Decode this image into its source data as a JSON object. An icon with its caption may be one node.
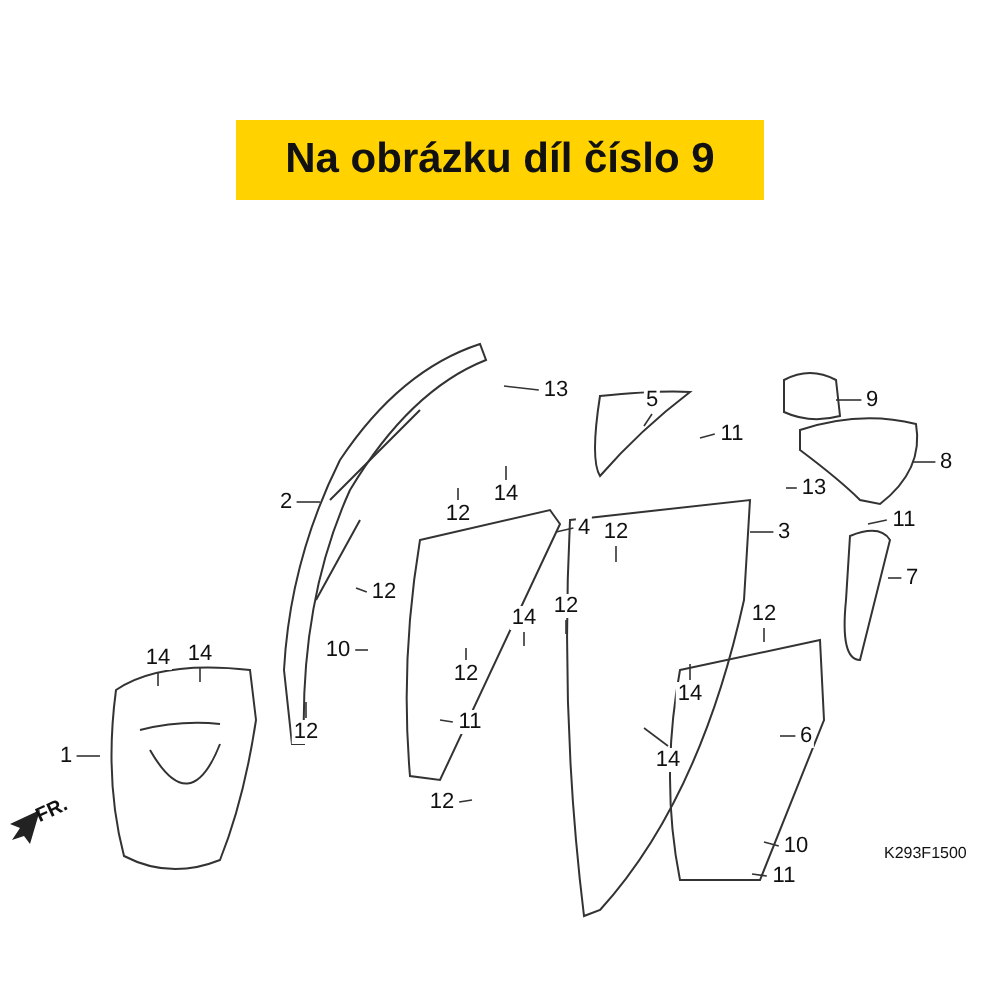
{
  "diagram": {
    "title": "Na obrázku díl číslo 9",
    "nodes": [
      {
        "text": [
          "13"
        ]
      },
      {
        "text": [
          "5"
        ]
      },
      {
        "text": [
          "9"
        ]
      },
      {
        "text": [
          "11"
        ]
      },
      {
        "text": [
          "8"
        ]
      },
      {
        "text": [
          "13"
        ]
      },
      {
        "text": [
          "14"
        ]
      },
      {
        "text": [
          "2"
        ]
      },
      {
        "text": [
          "12"
        ]
      },
      {
        "text": [
          "11"
        ]
      },
      {
        "text": [
          "4"
        ]
      },
      {
        "text": [
          "12"
        ]
      },
      {
        "text": [
          "3"
        ]
      },
      {
        "text": [
          "7"
        ]
      },
      {
        "text": [
          "12"
        ]
      },
      {
        "text": [
          "12"
        ]
      },
      {
        "text": [
          "12"
        ]
      },
      {
        "text": [
          "14"
        ]
      },
      {
        "text": [
          "10"
        ]
      },
      {
        "text": [
          "14"
        ]
      },
      {
        "text": [
          "14"
        ]
      },
      {
        "text": [
          "12"
        ]
      },
      {
        "text": [
          "14"
        ]
      },
      {
        "text": [
          "11"
        ]
      },
      {
        "text": [
          "12"
        ]
      },
      {
        "text": [
          "6"
        ]
      },
      {
        "text": [
          "14"
        ]
      },
      {
        "text": [
          "1"
        ]
      },
      {
        "text": [
          "12"
        ]
      },
      {
        "text": [
          "10"
        ]
      },
      {
        "text": [
          "11"
        ]
      }
    ],
    "edges": [
      {
        "from": 0,
        "to": null,
        "arrow": "none"
      },
      {
        "from": 1,
        "to": null,
        "arrow": "none"
      },
      {
        "from": 2,
        "to": null,
        "arrow": "none"
      },
      {
        "from": 3,
        "to": null,
        "arrow": "none"
      },
      {
        "from": 4,
        "to": null,
        "arrow": "none"
      },
      {
        "from": 5,
        "to": null,
        "arrow": "none"
      },
      {
        "from": 6,
        "to": null,
        "arrow": "none"
      },
      {
        "from": 7,
        "to": null,
        "arrow": "none"
      },
      {
        "from": 8,
        "to": null,
        "arrow": "none"
      },
      {
        "from": 9,
        "to": null,
        "arrow": "none"
      },
      {
        "from": 10,
        "to": null,
        "arrow": "none"
      },
      {
        "from": 11,
        "to": null,
        "arrow": "none"
      },
      {
        "from": 12,
        "to": null,
        "arrow": "none"
      },
      {
        "from": 13,
        "to": null,
        "arrow": "none"
      },
      {
        "from": 14,
        "to": null,
        "arrow": "none"
      },
      {
        "from": 15,
        "to": null,
        "arrow": "none"
      },
      {
        "from": 16,
        "to": null,
        "arrow": "none"
      },
      {
        "from": 17,
        "to": null,
        "arrow": "none"
      },
      {
        "from": 18,
        "to": null,
        "arrow": "none"
      },
      {
        "from": 19,
        "to": null,
        "arrow": "none"
      },
      {
        "from": 20,
        "to": null,
        "arrow": "none"
      },
      {
        "from": 21,
        "to": null,
        "arrow": "none"
      },
      {
        "from": 22,
        "to": null,
        "arrow": "none"
      },
      {
        "from": 23,
        "to": null,
        "arrow": "none"
      },
      {
        "from": 24,
        "to": null,
        "arrow": "none"
      },
      {
        "from": 25,
        "to": null,
        "arrow": "none"
      },
      {
        "from": 26,
        "to": null,
        "arrow": "none"
      },
      {
        "from": 27,
        "to": null,
        "arrow": "none"
      },
      {
        "from": 28,
        "to": null,
        "arrow": "none"
      },
      {
        "from": 29,
        "to": null,
        "arrow": "none"
      },
      {
        "from": 30,
        "to": null,
        "arrow": "none"
      }
    ],
    "labels": [
      "FR.",
      "K293F1500"
    ]
  }
}
